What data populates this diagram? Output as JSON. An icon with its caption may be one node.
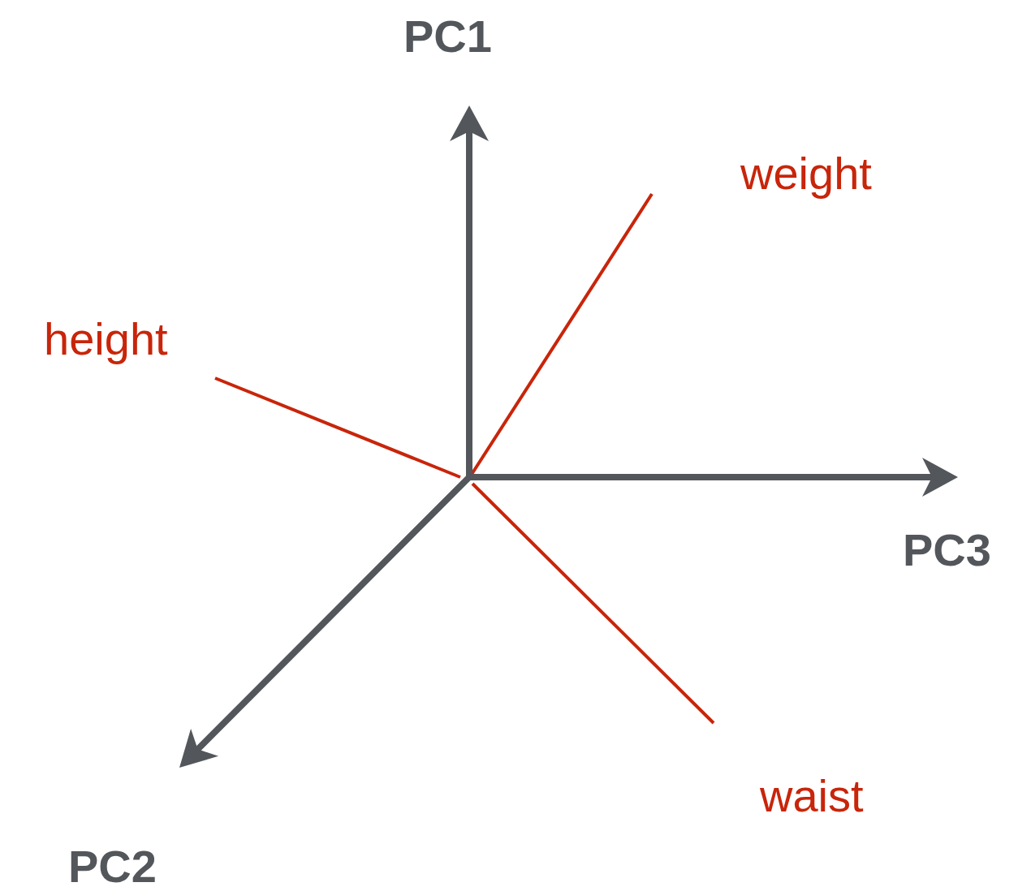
{
  "diagram": {
    "labels": [
      "PC1",
      "weight",
      "height",
      "PC3",
      "waist",
      "PC2"
    ]
  }
}
